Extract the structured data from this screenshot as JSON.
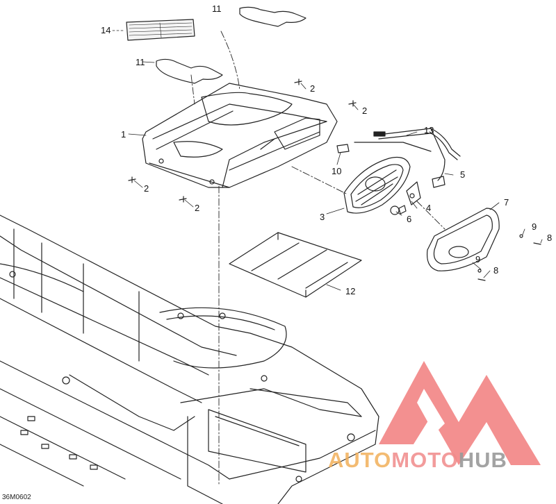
{
  "diagram": {
    "drawing_code": "36M0602",
    "callouts": {
      "c1": "1",
      "c2a": "2",
      "c2b": "2",
      "c2c": "2",
      "c2d": "2",
      "c3": "3",
      "c4": "4",
      "c5": "5",
      "c6": "6",
      "c7": "7",
      "c8a": "8",
      "c8b": "8",
      "c9a": "9",
      "c9b": "9",
      "c10": "10",
      "c11a": "11",
      "c11b": "11",
      "c12": "12",
      "c13": "13",
      "c14": "14"
    }
  },
  "watermark": {
    "part1": "AUTO",
    "part2": "MOTO",
    "part3": "HUB",
    "colors": {
      "red": "#ef6b6b",
      "orange": "#f2b05a",
      "gray": "#9a9a9a"
    }
  }
}
